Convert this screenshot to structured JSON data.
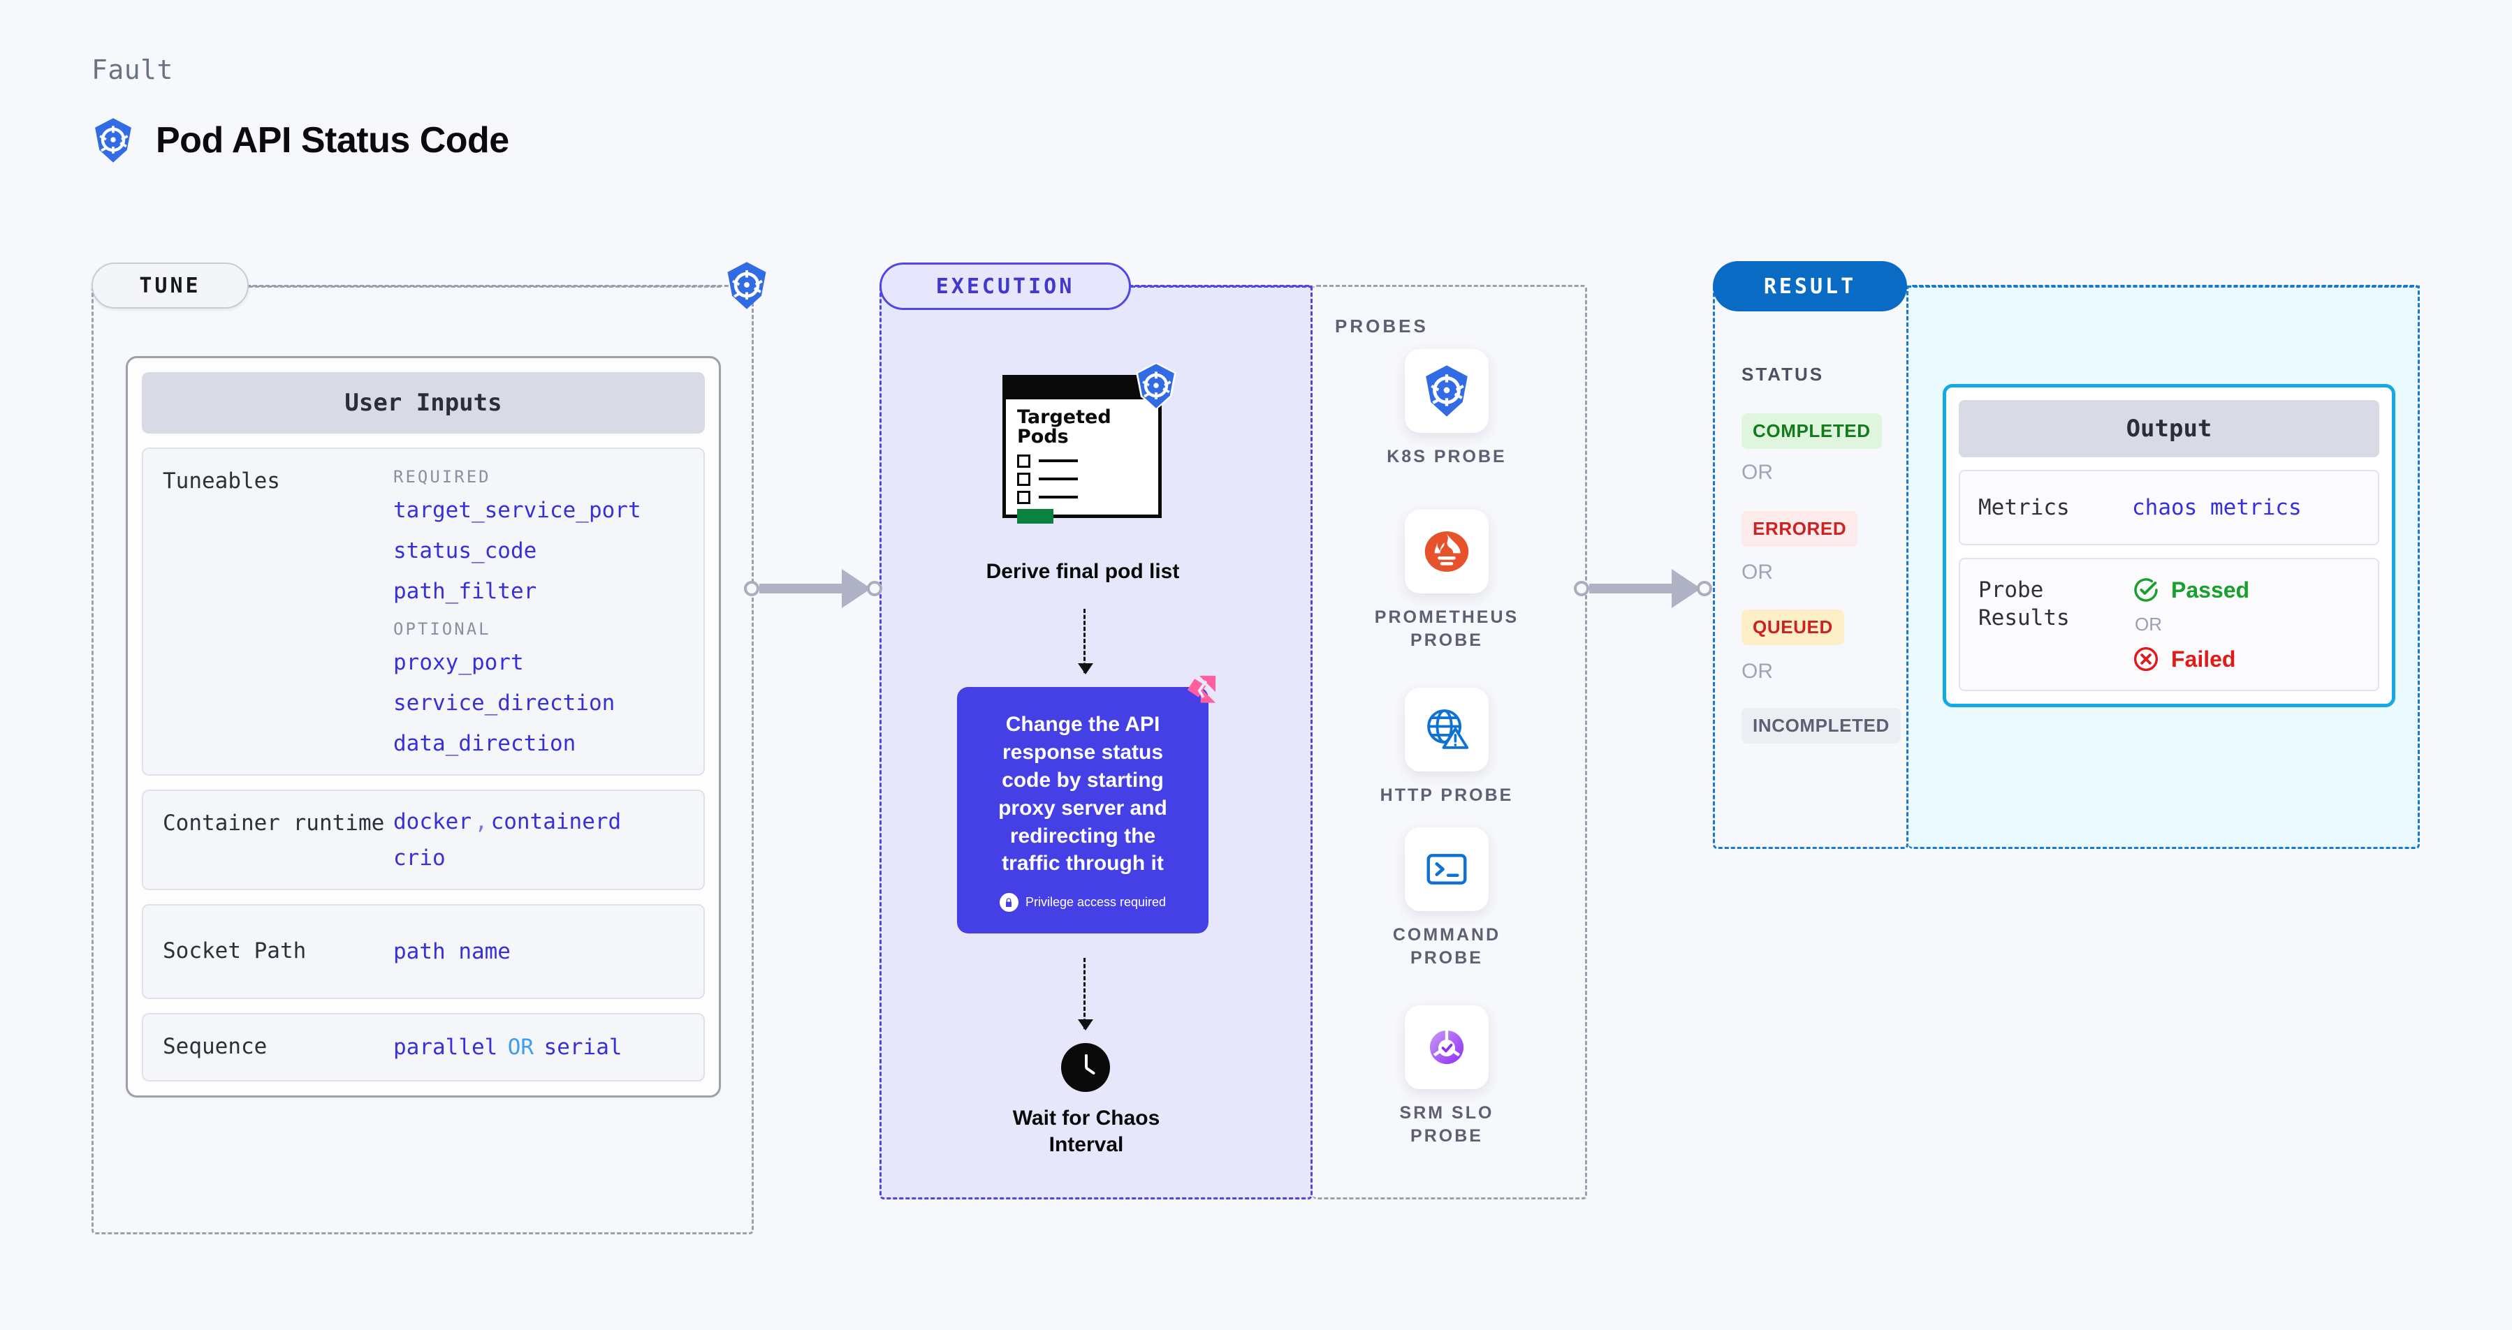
{
  "header": {
    "eyebrow": "Fault",
    "title": "Pod API Status Code",
    "icon": "kubernetes-icon"
  },
  "stages": {
    "tune": {
      "label": "TUNE",
      "icon": "kubernetes-icon"
    },
    "execution": {
      "label": "EXECUTION"
    },
    "result": {
      "label": "RESULT"
    }
  },
  "tune": {
    "card_title": "User Inputs",
    "rows": [
      {
        "label": "Tuneables",
        "groups": [
          {
            "title": "REQUIRED",
            "items": [
              "target_service_port",
              "status_code",
              "path_filter"
            ]
          },
          {
            "title": "OPTIONAL",
            "items": [
              "proxy_port",
              "service_direction",
              "data_direction"
            ]
          }
        ]
      },
      {
        "label": "Container runtime",
        "values_line1": [
          "docker",
          "containerd"
        ],
        "separator": ",",
        "values_line2": [
          "crio"
        ]
      },
      {
        "label": "Socket Path",
        "value": "path name"
      },
      {
        "label": "Sequence",
        "value_left": "parallel",
        "conjunction": "OR",
        "value_right": "serial"
      }
    ]
  },
  "execution": {
    "pods_card": {
      "title_line1": "Targeted",
      "title_line2": "Pods",
      "icon": "kubernetes-icon",
      "checkbox_rows": 3
    },
    "derive_caption": "Derive final pod list",
    "chaos": {
      "text": "Change the API response status code by starting proxy server and redirecting the traffic through it",
      "privilege_note": "Privilege access required",
      "privilege_icon": "lock-icon",
      "brand_icon": "harness-icon",
      "color": "#4540e6"
    },
    "wait_caption_line1": "Wait for Chaos",
    "wait_caption_line2": "Interval",
    "wait_icon": "clock-icon"
  },
  "probes": {
    "title": "PROBES",
    "items": [
      {
        "name": "K8S  PROBE",
        "icon": "kubernetes-icon"
      },
      {
        "name": "PROMETHEUS PROBE",
        "icon": "prometheus-icon"
      },
      {
        "name": "HTTP  PROBE",
        "icon": "http-globe-warning-icon"
      },
      {
        "name": "COMMAND PROBE",
        "icon": "terminal-icon"
      },
      {
        "name": "SRM  SLO PROBE",
        "icon": "srm-slo-icon"
      }
    ]
  },
  "result": {
    "status_title": "STATUS",
    "or_label": "OR",
    "badges": [
      {
        "label": "COMPLETED",
        "bg": "#dff5de",
        "fg": "#147b1c"
      },
      {
        "label": "ERRORED",
        "bg": "#fdeaea",
        "fg": "#cc2222"
      },
      {
        "label": "QUEUED",
        "bg": "#fcefc8",
        "fg": "#cc2222"
      },
      {
        "label": "INCOMPLETED",
        "bg": "#eceef4",
        "fg": "#5b6172"
      }
    ]
  },
  "output": {
    "card_title": "Output",
    "metrics_label": "Metrics",
    "metrics_value": "chaos metrics",
    "probe_results_label": "Probe Results",
    "passed_label": "Passed",
    "passed_icon": "check-circle-icon",
    "failed_label": "Failed",
    "failed_icon": "x-circle-icon",
    "or_label": "OR"
  }
}
